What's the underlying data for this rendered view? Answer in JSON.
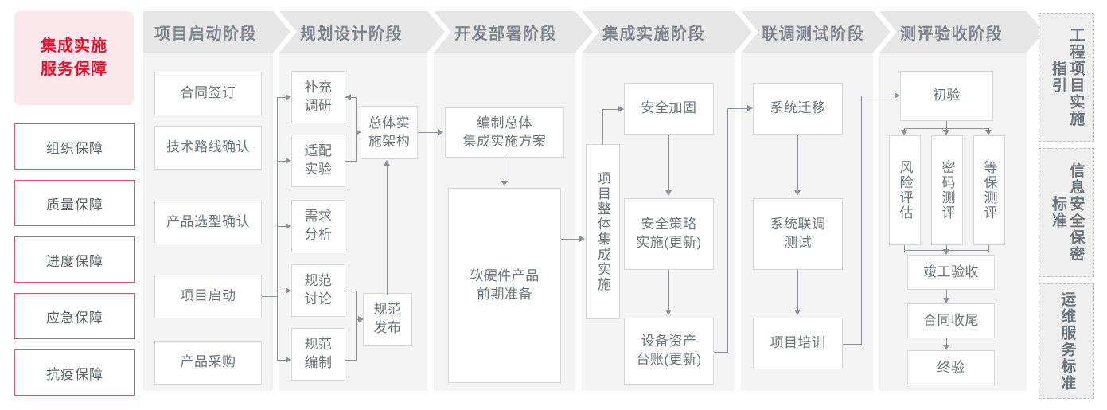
{
  "sidebar": {
    "title": "集成实施\n服务保障",
    "title_line1": "集成实施",
    "title_line2": "服务保障",
    "accent_color": "#e8112d",
    "border_color": "#e2536b",
    "items": [
      {
        "label": "组织保障"
      },
      {
        "label": "质量保障"
      },
      {
        "label": "进度保障"
      },
      {
        "label": "应急保障"
      },
      {
        "label": "抗疫保障"
      }
    ]
  },
  "phases": [
    {
      "id": "startup",
      "header": "项目启动阶段"
    },
    {
      "id": "planning",
      "header": "规划设计阶段"
    },
    {
      "id": "deployment",
      "header": "开发部署阶段"
    },
    {
      "id": "integration",
      "header": "集成实施阶段"
    },
    {
      "id": "joint-test",
      "header": "联调测试阶段"
    },
    {
      "id": "acceptance",
      "header": "测评验收阶段"
    }
  ],
  "nodes": {
    "contract_signing": "合同签订",
    "tech_route_confirm": "技术路线确认",
    "product_selection_confirm": "产品选型确认",
    "project_kickoff": "项目启动",
    "product_procurement": "产品采购",
    "supplementary_research": "补充\n调研",
    "adaptation_experiment": "适配\n实验",
    "requirement_analysis": "需求\n分析",
    "spec_discussion": "规范\n讨论",
    "spec_drafting": "规范\n编制",
    "overall_architecture": "总体实\n施架构",
    "spec_release": "规范\n发布",
    "compile_overall_plan": "编制总体\n集成实施方案",
    "hw_sw_preparation": "软硬件产品\n前期准备",
    "overall_integration": "项目整体集成实施",
    "security_hardening": "安全加固",
    "security_policy_update": "安全策略\n实施(更新)",
    "asset_ledger_update": "设备资产\n台账(更新)",
    "system_migration": "系统迁移",
    "system_joint_test": "系统联调\n测试",
    "project_training": "项目培训",
    "preliminary_acceptance": "初验",
    "risk_assessment": "风险评估",
    "crypto_evaluation": "密码测评",
    "mlps_evaluation": "等保测评",
    "completion_acceptance": "竣工验收",
    "contract_closure": "合同收尾",
    "final_acceptance": "终验"
  },
  "standards": [
    {
      "label": "工程项目实施指引"
    },
    {
      "label": "信息安全保密标准"
    },
    {
      "label": "运维服务标准"
    }
  ],
  "colors": {
    "panel_bg": "#f4f4f4",
    "header_bg": "#e6e6e6",
    "header_text": "#7e848c",
    "node_border": "#d8d8d8",
    "node_text": "#6e747c",
    "connector": "#8d9197",
    "standards_bg": "#efefef",
    "standards_border": "#bfbfbf"
  }
}
